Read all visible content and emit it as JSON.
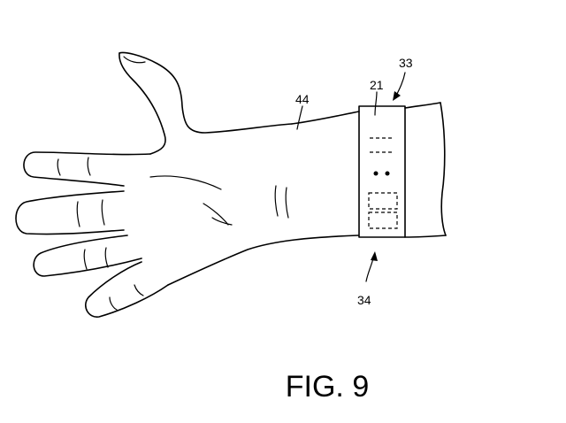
{
  "figure": {
    "caption": "FIG. 9",
    "labels": {
      "wrist": "44",
      "band_top": "21",
      "band_outer": "33",
      "band_bottom": "34"
    }
  }
}
